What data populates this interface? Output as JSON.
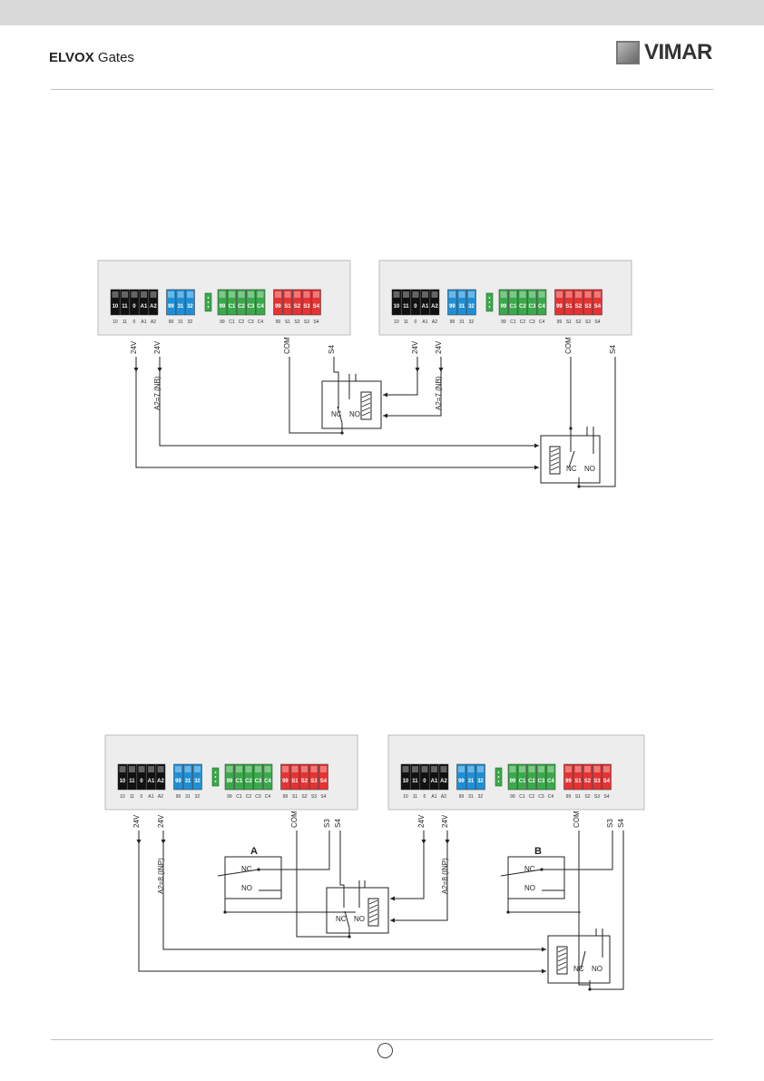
{
  "header": {
    "brand_bold": "ELVOX",
    "brand_rest": "Gates",
    "logo_text": "VIMAR"
  },
  "terminals": {
    "black": [
      "10",
      "11",
      "0",
      "A1",
      "A2"
    ],
    "blue": [
      "99",
      "31",
      "32"
    ],
    "green": [
      "99",
      "C1",
      "C2",
      "C3",
      "C4"
    ],
    "red": [
      "99",
      "S1",
      "S2",
      "S3",
      "S4"
    ]
  },
  "labels": {
    "v24": "24V",
    "v24b": "24V",
    "com": "COM",
    "s3": "S3",
    "s4": "S4",
    "a2_nb": "A2=7 (NB)",
    "a2_inp": "A2=8 (INP)",
    "nc": "NC",
    "no": "NO",
    "sw_a": "A",
    "sw_b": "B"
  },
  "colors": {
    "black": "#111111",
    "blue": "#1e8fd6",
    "green": "#3aa94a",
    "red": "#e53232"
  }
}
